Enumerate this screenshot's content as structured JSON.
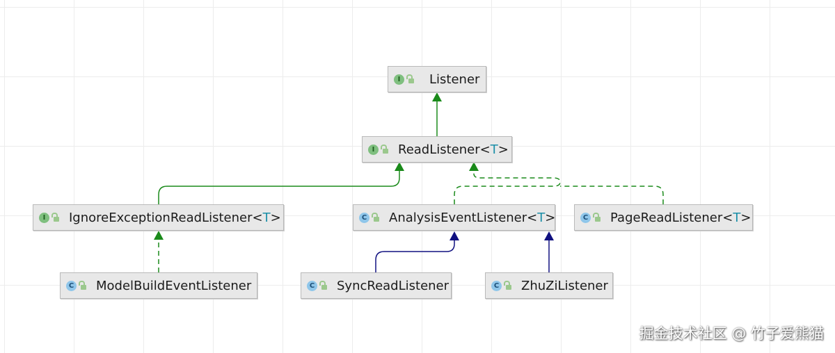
{
  "nodes": {
    "listener": {
      "kind_letter": "I",
      "name": "Listener",
      "generic": ""
    },
    "read_listener": {
      "kind_letter": "I",
      "name": "ReadListener",
      "generic": "T"
    },
    "ignore_exception": {
      "kind_letter": "I",
      "name": "IgnoreExceptionReadListener",
      "generic": "T"
    },
    "analysis_event": {
      "kind_letter": "C",
      "name": "AnalysisEventListener",
      "generic": "T"
    },
    "page_read": {
      "kind_letter": "C",
      "name": "PageReadListener",
      "generic": "T"
    },
    "model_build": {
      "kind_letter": "C",
      "name": "ModelBuildEventListener",
      "generic": ""
    },
    "sync_read": {
      "kind_letter": "C",
      "name": "SyncReadListener",
      "generic": ""
    },
    "zhuzi": {
      "kind_letter": "C",
      "name": "ZhuZiListener",
      "generic": ""
    }
  },
  "edge_colors": {
    "interface_extends": "#1a8a1a",
    "class_extends": "#101080"
  },
  "watermark": "掘金技术社区 @ 竹子爱熊猫"
}
